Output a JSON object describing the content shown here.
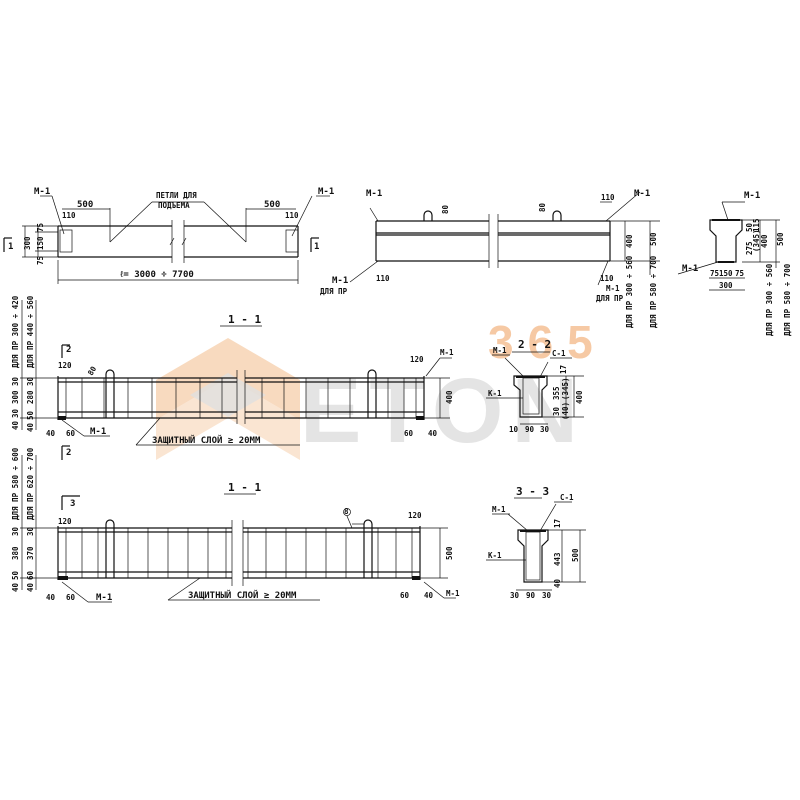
{
  "watermark": {
    "digits": "365",
    "letters": "ETON",
    "orange": "#f6c9a4",
    "gray": "#e4e4e4"
  },
  "elevation": {
    "mark_left": "М-1",
    "mark_right": "М-1",
    "dim_left_500": "500",
    "dim_right_500": "500",
    "dim_left_110": "110",
    "dim_right_110": "110",
    "loops_label_1": "ПЕТЛИ ДЛЯ",
    "loops_label_2": "ПОДЪЕМА",
    "length_label": "ℓ= 3000 ÷ 7700",
    "height_300": "300",
    "dim_75_top": "75",
    "dim_150": "150",
    "dim_75_bottom": "75",
    "section_mark": "1",
    "section_mark_right": "1"
  },
  "side_view": {
    "mark_top_left": "М-1",
    "mark_top_right": "М-1",
    "mark_bottom_left": "М-1",
    "mark_bottom_left_note": "ДЛЯ ПР",
    "mark_bottom_right": "М-1",
    "mark_bottom_right_note": "ДЛЯ ПР",
    "loop_dim_left": "80",
    "loop_dim_right": "80",
    "dim_110_top": "110",
    "dim_110_bottom_left": "110",
    "dim_110_bottom_right": "110",
    "height_400": "400",
    "height_500": "500",
    "range_400": "ДЛЯ ПР 300 ÷ 560",
    "range_500": "ДЛЯ ПР 580 ÷ 700"
  },
  "cross_section": {
    "mark_top": "М-1",
    "mark_bottom": "М-1",
    "dim_75_left": "75",
    "dim_150": "150",
    "dim_75_right": "75",
    "dim_300": "300",
    "dim_275": "275",
    "dim_345": "(345)",
    "dim_50": "50",
    "dim_115": "115",
    "height_400": "400",
    "height_500": "500",
    "range_400": "ДЛЯ ПР 300 ÷ 560",
    "range_500": "ДЛЯ ПР 580 ÷ 700"
  },
  "section_1_1_upper": {
    "title": "1 - 1",
    "range_1": "ДЛЯ ПР 300 ÷ 420",
    "range_2": "ДЛЯ ПР 440 ÷ 560",
    "left_dims_a": [
      "40",
      "30",
      "300",
      "30"
    ],
    "left_dims_b": [
      "40",
      "50",
      "280",
      "30"
    ],
    "dim_120_left": "120",
    "dim_80": "80",
    "dim_40": "40",
    "dim_60": "60",
    "mark_m1_left": "М-1",
    "cut_mark": "2",
    "cut_mark_bottom": "2",
    "protective_layer": "ЗАЩИТНЫЙ  СЛОЙ ≥ 20ММ",
    "dim_120_right": "120",
    "mark_m1_right": "М-1",
    "height_400": "400",
    "dim_60_right": "60",
    "dim_40_right": "40"
  },
  "section_2_2": {
    "title": "2 - 2",
    "mark_m1": "М-1",
    "mark_s1": "С-1",
    "mark_k1": "К-1",
    "dim_17": "17",
    "dim_355": "355",
    "dim_345": "(345)",
    "dim_30": "30",
    "dim_40": "(40)",
    "height_400": "400",
    "dim_10": "10",
    "dim_90": "90",
    "dim_30b": "30"
  },
  "section_1_1_lower": {
    "title": "1 - 1",
    "range_1": "ДЛЯ ПР 580 ÷ 600",
    "range_2": "ДЛЯ ПР 620 ÷ 700",
    "left_dims_a": [
      "40",
      "50",
      "380",
      "30"
    ],
    "left_dims_b": [
      "40",
      "60",
      "370",
      "30"
    ],
    "dim_120_left": "120",
    "cut_mark": "3",
    "dim_40": "40",
    "dim_60": "60",
    "mark_m1_left": "М-1",
    "protective_layer": "ЗАЩИТНЫЙ  СЛОЙ ≥ 20ММ",
    "callout": "8",
    "dim_120_right": "120",
    "height_500": "500",
    "dim_60_right": "60",
    "dim_40_right": "40",
    "mark_m1_right": "М-1"
  },
  "section_3_3": {
    "title": "3 - 3",
    "mark_m1": "М-1",
    "mark_s1": "С-1",
    "mark_k1": "К-1",
    "dim_17": "17",
    "dim_443": "443",
    "dim_40": "40",
    "height_500": "500",
    "dim_30": "30",
    "dim_90": "90",
    "dim_30b": "30"
  }
}
